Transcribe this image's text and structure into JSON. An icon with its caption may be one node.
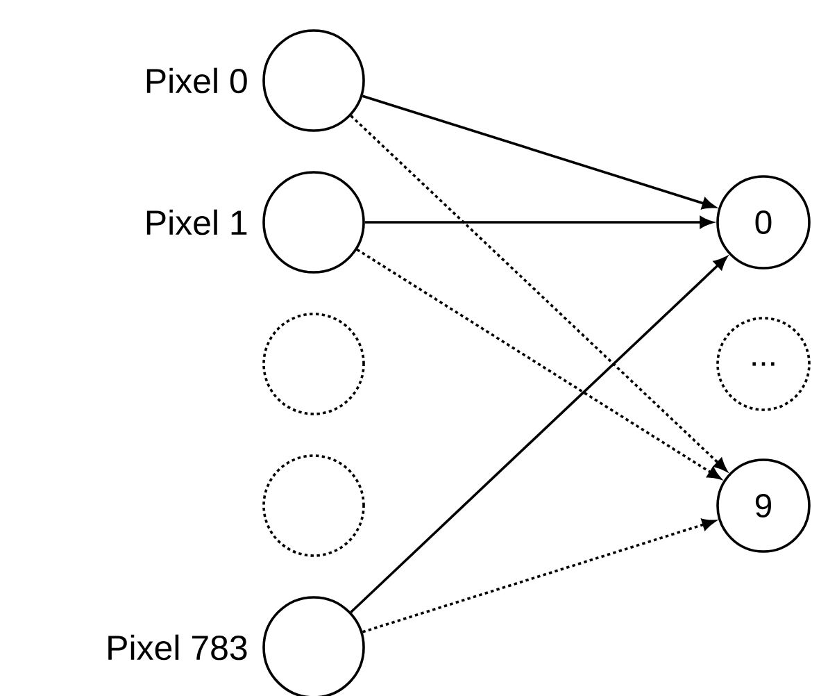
{
  "diagram": {
    "nodes": [
      {
        "text": [],
        "shape": "circle",
        "beside": [
          "Pixel 0"
        ]
      },
      {
        "text": [],
        "shape": "circle",
        "beside": [
          "Pixel 1"
        ]
      },
      {
        "text": [],
        "shape": "circle"
      },
      {
        "text": [],
        "shape": "circle"
      },
      {
        "text": [],
        "shape": "circle",
        "beside": [
          "Pixel 783"
        ]
      },
      {
        "text": [
          "0"
        ]
      },
      {
        "text": [
          "..."
        ]
      },
      {
        "text": [
          "9"
        ]
      }
    ],
    "edges": [
      {
        "from": 0,
        "to": 5,
        "arrow": "to"
      },
      {
        "from": 0,
        "to": 7,
        "arrow": "to",
        "style": "dashed"
      },
      {
        "from": 1,
        "to": 5,
        "arrow": "to"
      },
      {
        "from": 1,
        "to": 7,
        "arrow": "to",
        "style": "dashed"
      },
      {
        "from": 4,
        "to": 5,
        "arrow": "to"
      },
      {
        "from": 4,
        "to": 7,
        "arrow": "to",
        "style": "dashed"
      }
    ]
  }
}
